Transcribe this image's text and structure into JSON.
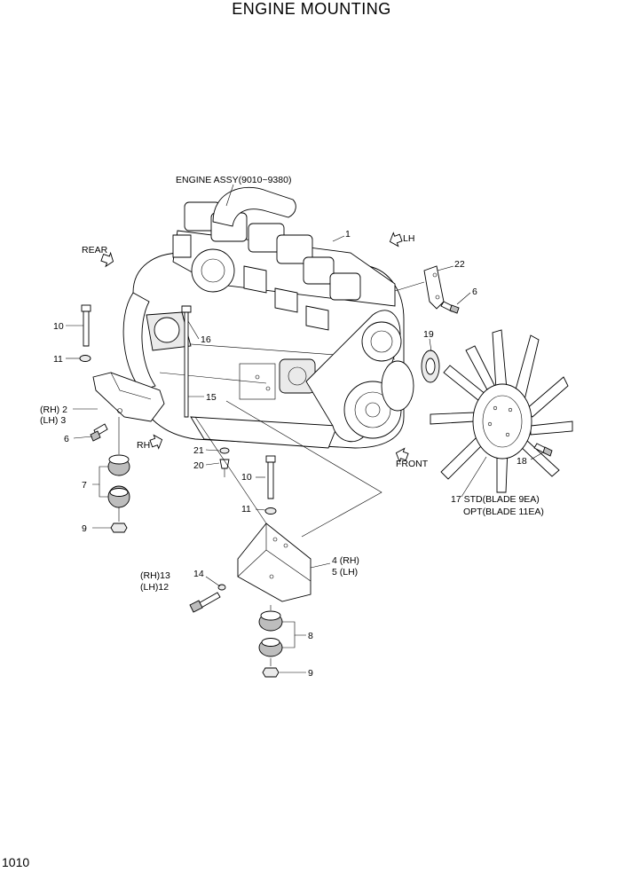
{
  "title": "ENGINE MOUNTING",
  "page_number": "1010",
  "engine_assy": "ENGINE ASSY(9010~9380)",
  "directions": {
    "rear": "REAR",
    "lh": "LH",
    "rh": "RH",
    "front": "FRONT"
  },
  "callouts": {
    "p1": "1",
    "p22": "22",
    "p6_top": "6",
    "p19": "19",
    "p10_left": "10",
    "p11_left": "11",
    "p16": "16",
    "p15": "15",
    "rh2": "(RH) 2",
    "lh3": "(LH) 3",
    "p6_left": "6",
    "p21": "21",
    "p20": "20",
    "p7": "7",
    "p10_mid": "10",
    "p11_mid": "11",
    "p9_left": "9",
    "p18": "18",
    "p17": "17 STD(BLADE 9EA)",
    "p17_opt": "OPT(BLADE 11EA)",
    "rh13": "(RH)13",
    "lh12": "(LH)12",
    "p14": "14",
    "rh4": "4 (RH)",
    "lh5": "5 (LH)",
    "p8": "8",
    "p9_bottom": "9"
  }
}
